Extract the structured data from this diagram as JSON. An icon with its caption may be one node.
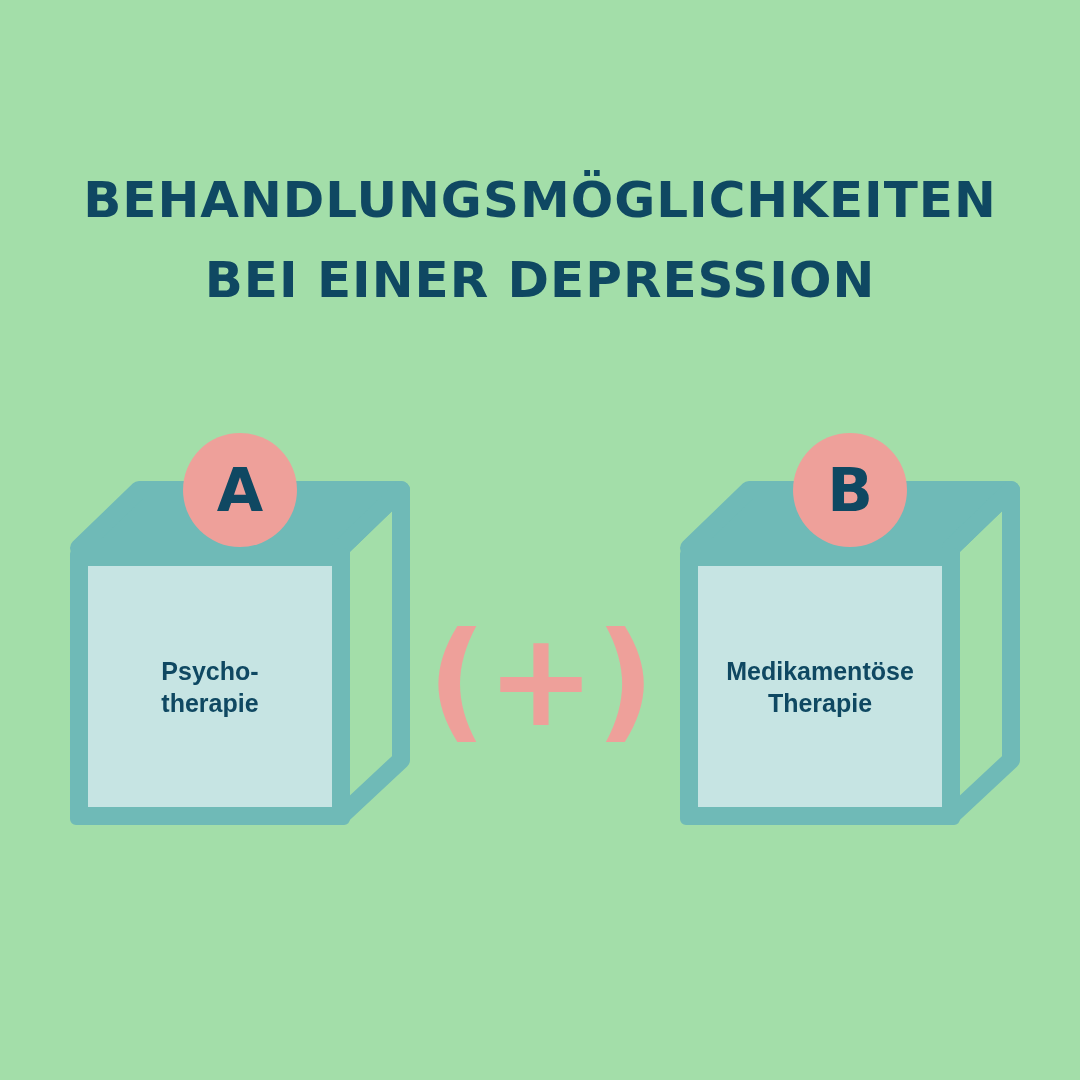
{
  "diagram": {
    "title": "BEHANDLUNGSMÖGLICHKEITEN BEI EINER DEPRESSION",
    "nodes": [
      {
        "text": [
          "Psycho- therapie"
        ]
      },
      {
        "text": [
          "A"
        ]
      },
      {
        "text": [
          "Medikamentöse Therapie"
        ]
      },
      {
        "text": [
          "B"
        ]
      }
    ],
    "labels": [
      "(+)"
    ]
  }
}
